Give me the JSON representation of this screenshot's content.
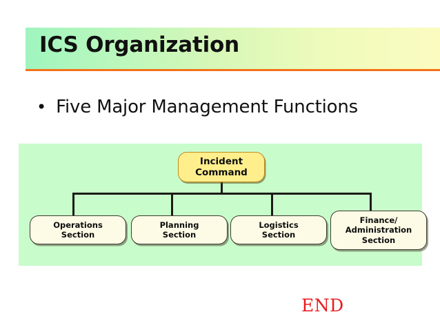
{
  "slide": {
    "title": "ICS Organization",
    "bullet_glyph": "•",
    "bullet_text": "Five Major Management Functions",
    "end_label": "END"
  },
  "colors": {
    "title_gradient_start": "#9ff5bf",
    "title_gradient_end": "#fbfbc0",
    "title_rule": "#f4701a",
    "chart_panel_background": "#c9fccb",
    "command_node_fill": "#ffef8c",
    "command_node_border": "#c08a1e",
    "section_node_fill": "#fdfbe6",
    "section_node_border": "#3b3b30",
    "connector": "#1b1b14",
    "end_text": "#e8191c",
    "body_text": "#111111"
  },
  "chart_data": {
    "type": "diagram",
    "title": "ICS Organization",
    "subtitle": "Five Major Management Functions",
    "root": {
      "id": "incident-command",
      "lines": [
        "Incident",
        "Command"
      ],
      "label": "Incident Command"
    },
    "children": [
      {
        "id": "operations-section",
        "lines": [
          "Operations",
          "Section"
        ],
        "label": "Operations Section"
      },
      {
        "id": "planning-section",
        "lines": [
          "Planning",
          "Section"
        ],
        "label": "Planning Section"
      },
      {
        "id": "logistics-section",
        "lines": [
          "Logistics",
          "Section"
        ],
        "label": "Logistics Section"
      },
      {
        "id": "finance-administration-section",
        "lines": [
          "Finance/",
          "Administration",
          "Section"
        ],
        "label": "Finance/Administration Section"
      }
    ],
    "edges": [
      {
        "from": "incident-command",
        "to": "operations-section"
      },
      {
        "from": "incident-command",
        "to": "planning-section"
      },
      {
        "from": "incident-command",
        "to": "logistics-section"
      },
      {
        "from": "incident-command",
        "to": "finance-administration-section"
      }
    ],
    "legend": [],
    "layout": "top-down-tree, 1 root over 4 leaves joined by a horizontal bus"
  }
}
